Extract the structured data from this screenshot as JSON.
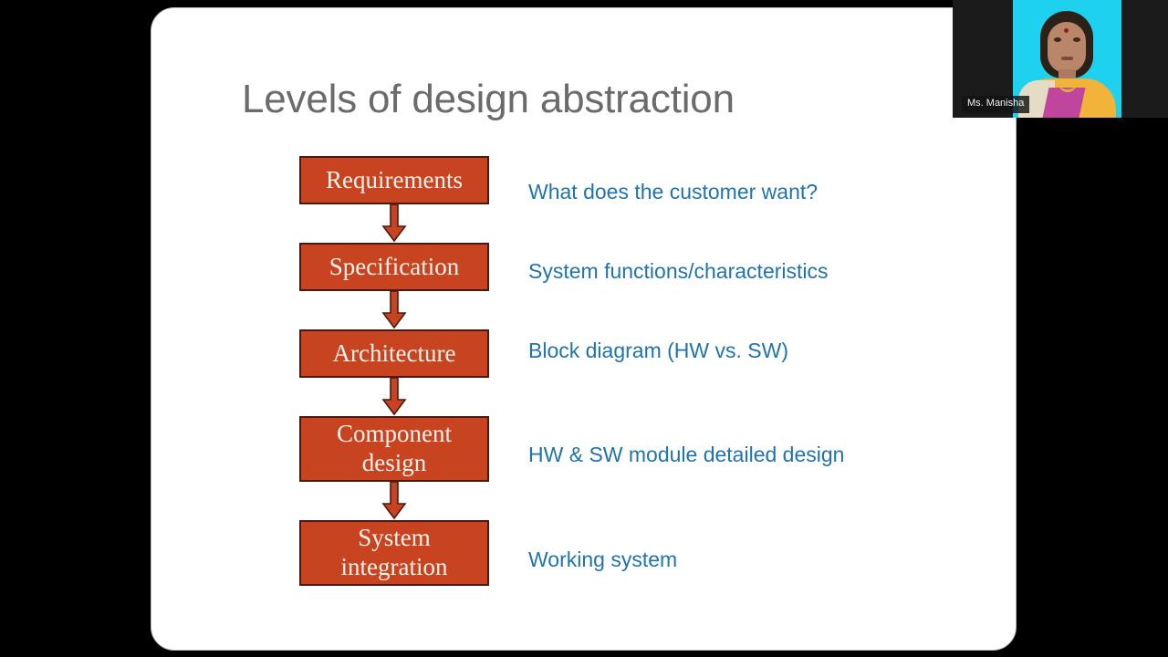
{
  "meeting": {
    "participant": {
      "name_label": "Ms. Manisha",
      "video_on": true
    }
  },
  "slide": {
    "title": "Levels of design abstraction",
    "title_color": "#6b6b6b",
    "background_color": "#ffffff",
    "box_fill_color": "#c8431f",
    "box_border_color": "#4a1a10",
    "box_text_color": "#fdf3ec",
    "annotation_color": "#1f73ae",
    "steps": [
      {
        "label": "Requirements",
        "lines": [
          "Requirements"
        ],
        "annotation": "What does the customer want?"
      },
      {
        "label": "Specification",
        "lines": [
          "Specification"
        ],
        "annotation": "System functions/characteristics"
      },
      {
        "label": "Architecture",
        "lines": [
          "Architecture"
        ],
        "annotation": "Block diagram (HW vs. SW)"
      },
      {
        "label": "Component design",
        "lines": [
          "Component",
          "design"
        ],
        "annotation": "HW & SW module detailed design"
      },
      {
        "label": "System integration",
        "lines": [
          "System",
          "integration"
        ],
        "annotation": "Working system"
      }
    ],
    "arrow_count": 4
  }
}
